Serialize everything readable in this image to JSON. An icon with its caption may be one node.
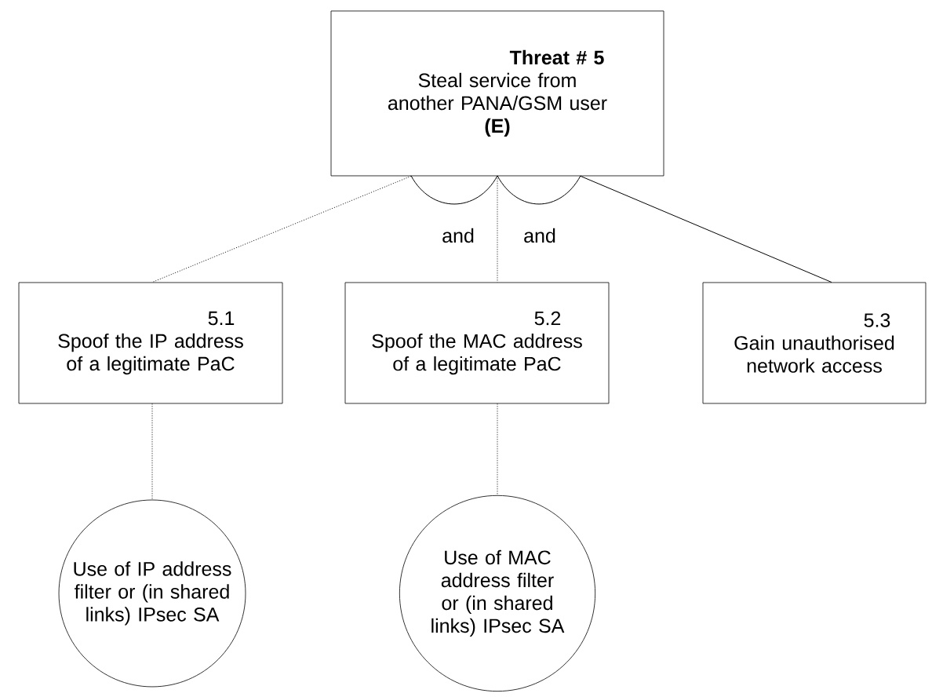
{
  "diagram": {
    "nodes": [
      {
        "text": [
          "Threat # 5",
          "Steal service from another PANA/GSM user",
          "(E)"
        ]
      },
      {
        "text": [
          "5.1",
          "Spoof the IP address of a legitimate PaC"
        ]
      },
      {
        "text": [
          "5.2",
          "Spoof the MAC address of a legitimate PaC"
        ]
      },
      {
        "text": [
          "5.3",
          "Gain unauthorised network access"
        ]
      },
      {
        "text": [
          "Use of IP address filter or (in shared links) IPsec SA"
        ]
      },
      {
        "text": [
          "Use of MAC address filter or (in shared links) IPsec SA"
        ]
      }
    ],
    "edges": [
      {
        "from": 0,
        "to": 1,
        "arrow": "none",
        "style": "dashed"
      },
      {
        "from": 0,
        "to": 2,
        "arrow": "none",
        "style": "dashed"
      },
      {
        "from": 0,
        "to": 3,
        "arrow": "none"
      },
      {
        "from": 1,
        "to": 4,
        "arrow": "none",
        "style": "dashed"
      },
      {
        "from": 2,
        "to": 5,
        "arrow": "none",
        "style": "dashed"
      }
    ],
    "labels": [
      "and",
      "and"
    ]
  }
}
